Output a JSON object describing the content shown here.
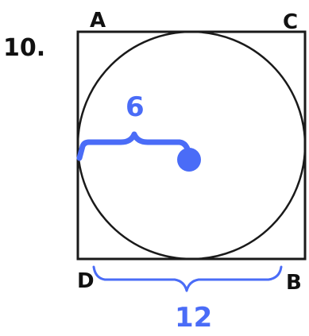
{
  "problem": {
    "number": "10."
  },
  "vertices": {
    "top_left": "A",
    "top_right": "C",
    "bottom_left": "D",
    "bottom_right": "B"
  },
  "measurements": {
    "radius": "6",
    "side": "12"
  },
  "colors": {
    "outline": "#1a1a1a",
    "annotation": "#4a6cf7"
  }
}
